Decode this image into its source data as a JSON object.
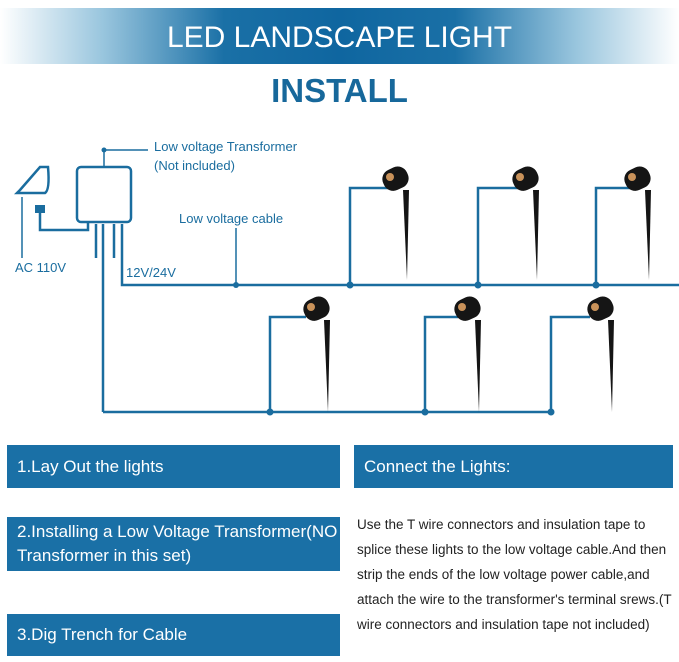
{
  "header": {
    "title": "LED LANDSCAPE LIGHT",
    "subtitle": "INSTALL"
  },
  "diagram": {
    "transformer_label": "Low voltage Transformer",
    "transformer_note": "(Not included)",
    "cable_label": "Low voltage cable",
    "voltage_label": "12V/24V",
    "ac_label": "AC 110V",
    "wire_color": "#1a6d9f"
  },
  "steps": [
    {
      "label": "1.Lay Out the lights"
    },
    {
      "label": "2.Installing a Low Voltage Transformer(NO Transformer in this set)"
    },
    {
      "label": "3.Dig Trench for Cable"
    }
  ],
  "connect": {
    "title": "Connect the Lights:",
    "text": "Use the T wire connectors and insulation tape to splice these lights to the low voltage cable.And then strip the ends of the low voltage power cable,and attach the wire to the transformer's terminal srews.(T wire connectors and insulation tape not included)"
  }
}
